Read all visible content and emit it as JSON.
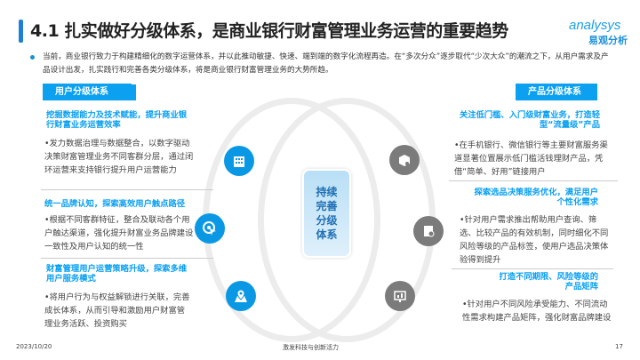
{
  "header": {
    "title": "4.1 扎实做好分级体系，是商业银行财富管理业务运营的重要趋势",
    "logo_en": "analysys",
    "logo_cn": "易观分析"
  },
  "intro": "当前，商业银行致力于构建精细化的数字运营体系，并以此推动敏捷、快速、端到端的数字化流程再造。在“多次分众”逐步取代“少次大众”的潮流之下，从用户需求及产品设计出发，扎实践行和完善各类分级体系，将是商业银行财富管理业务的大势所趋。",
  "left": {
    "label": "用户分级体系",
    "items": [
      {
        "title": "挖掘数据能力及技术赋能，提升商业银行财富业务运营效率",
        "body": "•发力数据治理与数据整合，以数字驱动决策财富管理业务不同客群分层，通过闭环运营来支持银行提升用户运营能力"
      },
      {
        "title": "统一品牌认知，探索高效用户触点路径",
        "body": "•根据不同客群特征，整合及联动各个用户触达渠道，强化提升财富业务品牌建设一致性及用户认知的统一性"
      },
      {
        "title": "财富管理用户运营策略升级，探索多维用户服务模式",
        "body": "•将用户行为与权益解锁进行关联，完善成长体系，从而引导和激励用户财富管理业务活跃、投资购买"
      }
    ]
  },
  "right": {
    "label": "产品分级体系",
    "items": [
      {
        "title": "关注低门槛、入门级财富业务，打造轻型“流量级”产品",
        "body": "•在手机银行、微信银行等主要财富服务渠道显著位置展示低门槛活钱理财产品，凭借“简单、好用”链接用户"
      },
      {
        "title": "探索选品决策服务优化，满足用户个性化需求",
        "body": "•针对用户需求推出帮助用户查询、筛选、比较产品的有效机制，同时细化不同风险等级的产品标签，使用户选品决策体验得到提升"
      },
      {
        "title": "打造不同期限、风险等级的产品矩阵",
        "body": "•针对用户不同风险承受能力、不同流动性需求构建产品矩阵，强化财富品牌建设"
      }
    ]
  },
  "center": "持续完善分级体系",
  "footer": {
    "date": "2023/10/20",
    "center": "激发科技与创新活力",
    "page": "17"
  },
  "colors": {
    "accent": "#0ba0f0",
    "dark_icon": "#7b7b7b"
  }
}
